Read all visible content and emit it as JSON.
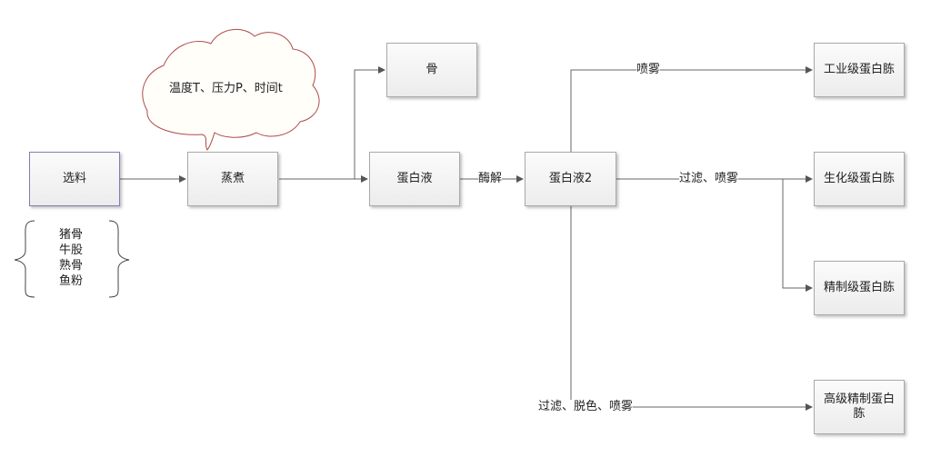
{
  "nodes": {
    "select": "选料",
    "cook": "蒸煮",
    "bone": "骨",
    "protein_liquid": "蛋白液",
    "protein_liquid_2": "蛋白液2",
    "industrial": "工业级蛋白胨",
    "biochemical": "生化级蛋白胨",
    "refined": "精制级蛋白胨",
    "premium": "高级精制蛋白胨"
  },
  "materials": [
    "猪骨",
    "牛股",
    "熟骨",
    "鱼粉"
  ],
  "cloud_note": "温度T、压力P、时间t",
  "edge_labels": {
    "enzymolysis": "酶解",
    "spray": "喷雾",
    "filter_spray": "过滤、喷雾",
    "filter_decolor_spray": "过滤、脱色、喷雾"
  }
}
